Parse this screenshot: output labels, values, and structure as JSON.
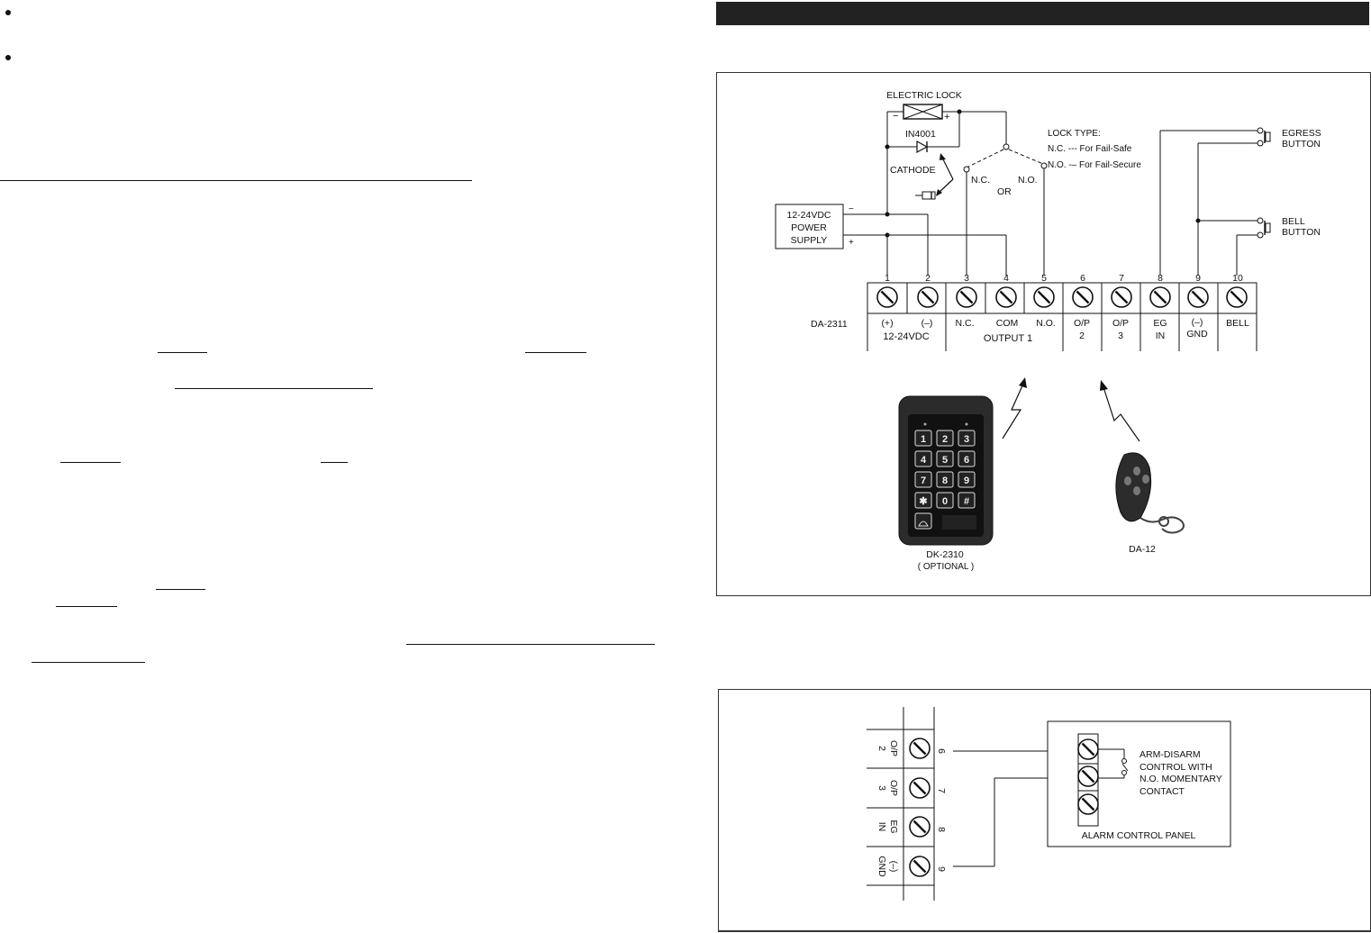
{
  "diagram1": {
    "electric_lock": "ELECTRIC LOCK",
    "diode": "IN4001",
    "cathode": "CATHODE",
    "minus": "−",
    "plus": "+",
    "lock_type_title": "LOCK TYPE:",
    "lock_nc": "N.C. --- For Fail-Safe",
    "lock_no": "N.O. -– For Fail-Secure",
    "sw_nc": "N.C.",
    "sw_or": "OR",
    "sw_no": "N.O.",
    "ps_line1": "12-24VDC",
    "ps_line2": "POWER",
    "ps_line3": "SUPPLY",
    "egress_1": "EGRESS",
    "egress_2": "BUTTON",
    "bell_1": "BELL",
    "bell_2": "BUTTON",
    "device_label": "DA-2311",
    "terminal_numbers": [
      "1",
      "2",
      "3",
      "4",
      "5",
      "6",
      "7",
      "8",
      "9",
      "10"
    ],
    "tl": {
      "plus": "(+)",
      "minus": "(–)",
      "vdc": "12-24VDC",
      "nc": "N.C.",
      "com": "COM",
      "no": "N.O.",
      "output1": "OUTPUT 1",
      "op2a": "O/P",
      "op2b": "2",
      "op3a": "O/P",
      "op3b": "3",
      "eg1": "EG",
      "eg2": "IN",
      "gnd1": "(–)",
      "gnd2": "GND",
      "bell": "BELL"
    },
    "keypad_keys": [
      "1",
      "2",
      "3",
      "4",
      "5",
      "6",
      "7",
      "8",
      "9",
      "✱",
      "0",
      "#"
    ],
    "keypad_name": "DK-2310",
    "keypad_note": "( OPTIONAL )",
    "remote_name": "DA-12"
  },
  "diagram2": {
    "term_rows": [
      {
        "l1": "O/P",
        "l2": "2",
        "num": "6"
      },
      {
        "l1": "O/P",
        "l2": "3",
        "num": "7"
      },
      {
        "l1": "EG",
        "l2": "IN",
        "num": "8"
      },
      {
        "l1": "(–)",
        "l2": "GND",
        "num": "9"
      }
    ],
    "arm_1": "ARM-DISARM",
    "arm_2": "CONTROL WITH",
    "arm_3": "N.O. MOMENTARY",
    "arm_4": "CONTACT",
    "panel": "ALARM CONTROL PANEL"
  }
}
